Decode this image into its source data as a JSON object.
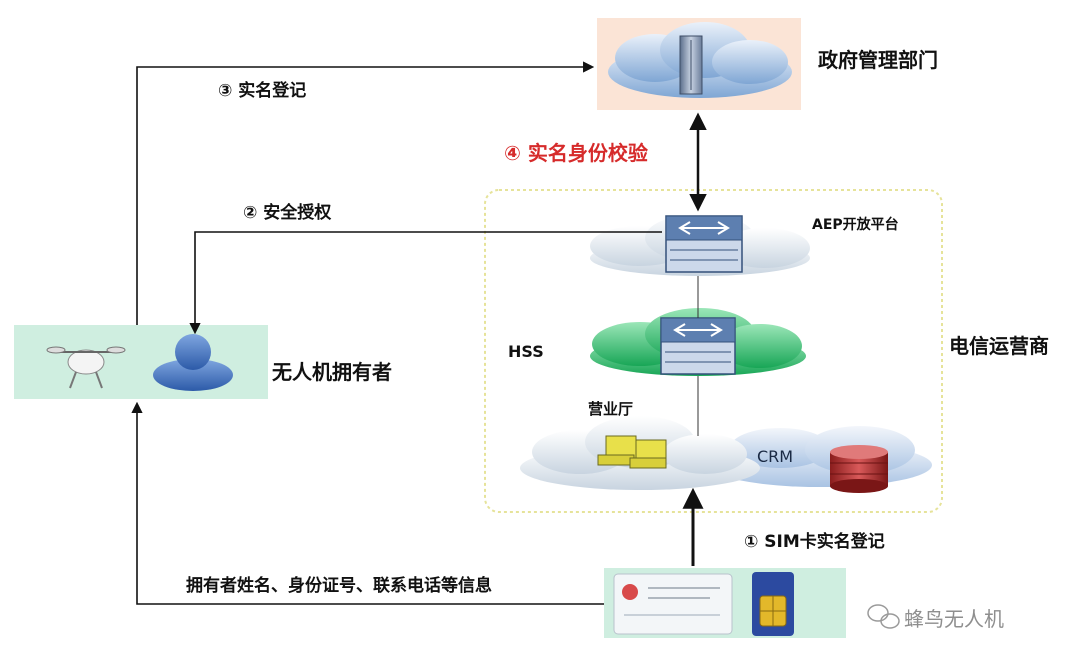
{
  "steps": {
    "step1": "① SIM卡实名登记",
    "step2": "② 安全授权",
    "step3": "③ 实名登记",
    "step4": "④ 实名身份校验"
  },
  "nodes": {
    "government": "政府管理部门",
    "aep": "AEP开放平台",
    "hss": "HSS",
    "telecom": "电信运营商",
    "owner": "无人机拥有者",
    "hall": "营业厅",
    "crm": "CRM"
  },
  "info_text": "拥有者姓名、身份证号、联系电话等信息",
  "watermark": "蜂鸟无人机",
  "colors": {
    "step4": "#d62b2b",
    "telecom_border": "#e8e6a0",
    "cloud_blue": "#8fb3dc",
    "cloud_green": "#2cc06a",
    "panel_green": "#cfeee0",
    "gov_bg": "#fbe4d6"
  }
}
